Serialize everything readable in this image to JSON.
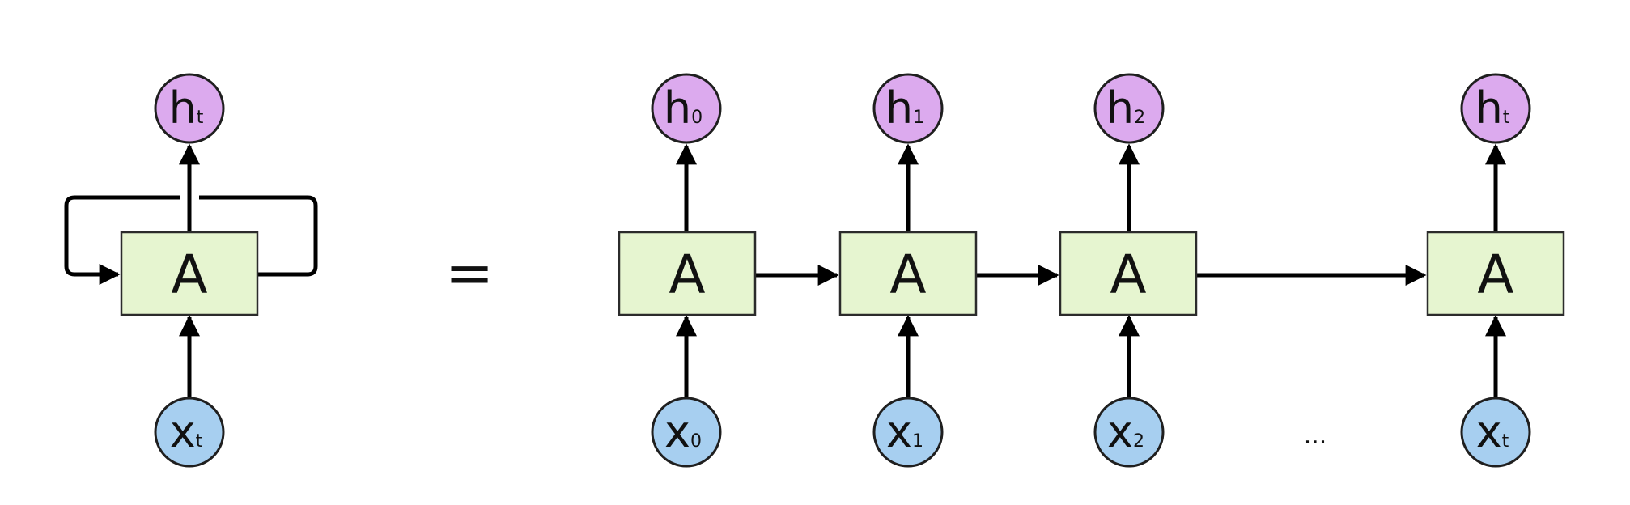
{
  "colors": {
    "cell_fill": "#e6f5d0",
    "hidden_fill": "#dcaaee",
    "input_fill": "#a7cff0",
    "stroke": "#000000"
  },
  "rolled": {
    "cell_label": "A",
    "output": {
      "main": "h",
      "sub": "t"
    },
    "input": {
      "main": "x",
      "sub": "t"
    }
  },
  "equals_sign": "=",
  "ellipsis": "...",
  "unrolled": [
    {
      "cell_label": "A",
      "output": {
        "main": "h",
        "sub": "0"
      },
      "input": {
        "main": "x",
        "sub": "0"
      }
    },
    {
      "cell_label": "A",
      "output": {
        "main": "h",
        "sub": "1"
      },
      "input": {
        "main": "x",
        "sub": "1"
      }
    },
    {
      "cell_label": "A",
      "output": {
        "main": "h",
        "sub": "2"
      },
      "input": {
        "main": "x",
        "sub": "2"
      }
    },
    {
      "cell_label": "A",
      "output": {
        "main": "h",
        "sub": "t"
      },
      "input": {
        "main": "x",
        "sub": "t"
      }
    }
  ]
}
